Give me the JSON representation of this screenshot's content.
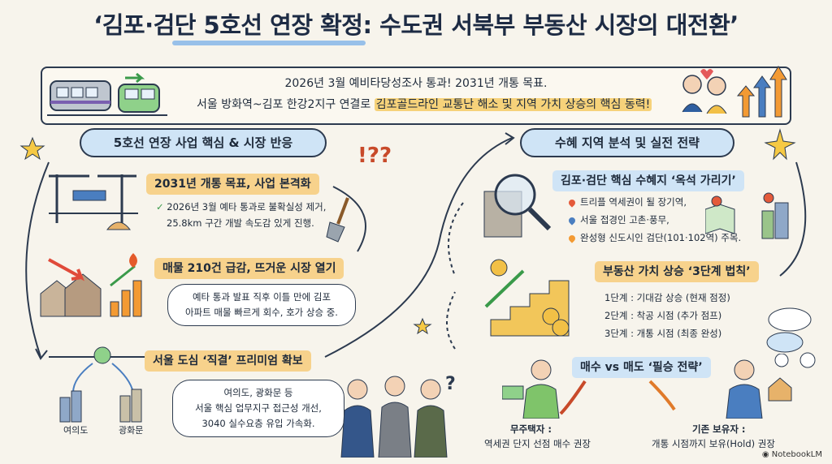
{
  "title": "‘김포·검단 5호선 연장 확정: 수도권 서북부 부동산 시장의 대전환’",
  "banner": {
    "line1": "2026년 3월 예비타당성조사 통과! 2031년 개통 목표.",
    "line2_prefix": "서울 방화역~김포 한강2지구 연결로 ",
    "line2_highlight": "김포골드라인 교통난 해소 및 지역 가치 상승의 핵심 동력!"
  },
  "left": {
    "section_title": "5호선 연장 사업 핵심 & 시장 반응",
    "item1": {
      "tag": "2031년 개통 목표, 사업 본격화",
      "line1": "2026년 3월 예타 통과로 불확실성 제거,",
      "line2": "25.8km 구간 개발 속도감 있게 진행."
    },
    "item2": {
      "tag": "매물 210건 급감, 뜨거운 시장 열기",
      "line1": "예타 통과 발표 직후 이틀 만에 김포",
      "line2": "아파트 매물 빠르게 회수, 호가 상승 중."
    },
    "item3": {
      "tag": "서울 도심 ‘직결’ 프리미엄 확보",
      "line1": "여의도, 광화문 등",
      "line2": "서울 핵심 업무지구 접근성 개선,",
      "line3": "3040 실수요층 유입 가속화.",
      "city1": "여의도",
      "city2": "광화문"
    }
  },
  "right": {
    "section_title": "수혜 지역 분석 및 실전 전략",
    "item1": {
      "tag": "김포·검단 핵심 수혜지 ‘옥석 가리기’",
      "bullets": [
        "트리플 역세권이 될 장기역,",
        "서울 접경인 고촌·풍무,",
        "완성형 신도시인 검단(101·102역) 주목."
      ]
    },
    "item2": {
      "tag": "부동산 가치 상승 ‘3단계 법칙’",
      "steps": [
        "1단계 : 기대감 상승 (현재 점정)",
        "2단계 : 착공 시점 (추가 점프)",
        "3단계 : 개통 시점 (최종 완성)"
      ]
    },
    "item3": {
      "tag": "매수 vs 매도 ‘필승 전략’",
      "buyer_title": "무주택자 :",
      "buyer_text": "역세권 단지 선점 매수 권장",
      "holder_title": "기존 보유자 :",
      "holder_text": "개통 시점까지 보유(Hold) 권장"
    }
  },
  "footer": "NotebookLM",
  "colors": {
    "background": "#f7f4ec",
    "accent_blue": "#cfe4f6",
    "accent_orange": "#f7d28c",
    "ink": "#1e2a3a"
  }
}
